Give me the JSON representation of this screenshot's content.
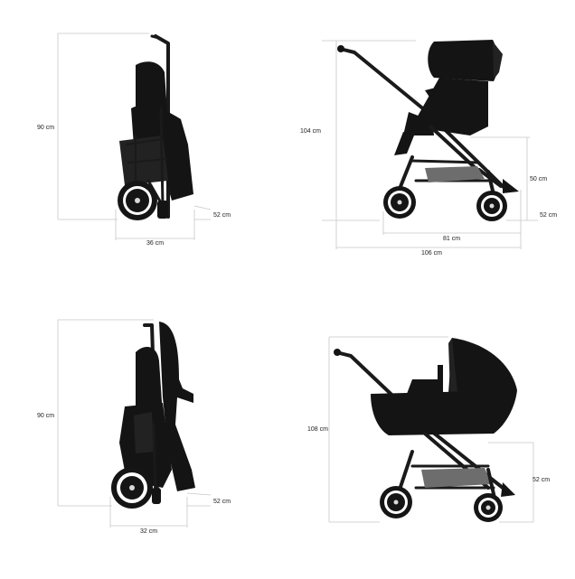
{
  "colors": {
    "background": "#ffffff",
    "product": "#141414",
    "dimension_line": "#c8c8c8",
    "text": "#222222"
  },
  "panels": {
    "folded_seat": {
      "height_label": "90 cm",
      "width_label": "36 cm",
      "depth_label": "52 cm"
    },
    "seat_config": {
      "height_label": "104 cm",
      "handle_label": "50 cm",
      "depth_label": "52 cm",
      "base_label": "81 cm",
      "length_label": "106 cm"
    },
    "folded_bassinet": {
      "height_label": "90 cm",
      "width_label": "32 cm",
      "depth_label": "52 cm"
    },
    "bassinet_config": {
      "height_label": "108 cm",
      "handle_label": "52 cm"
    }
  }
}
